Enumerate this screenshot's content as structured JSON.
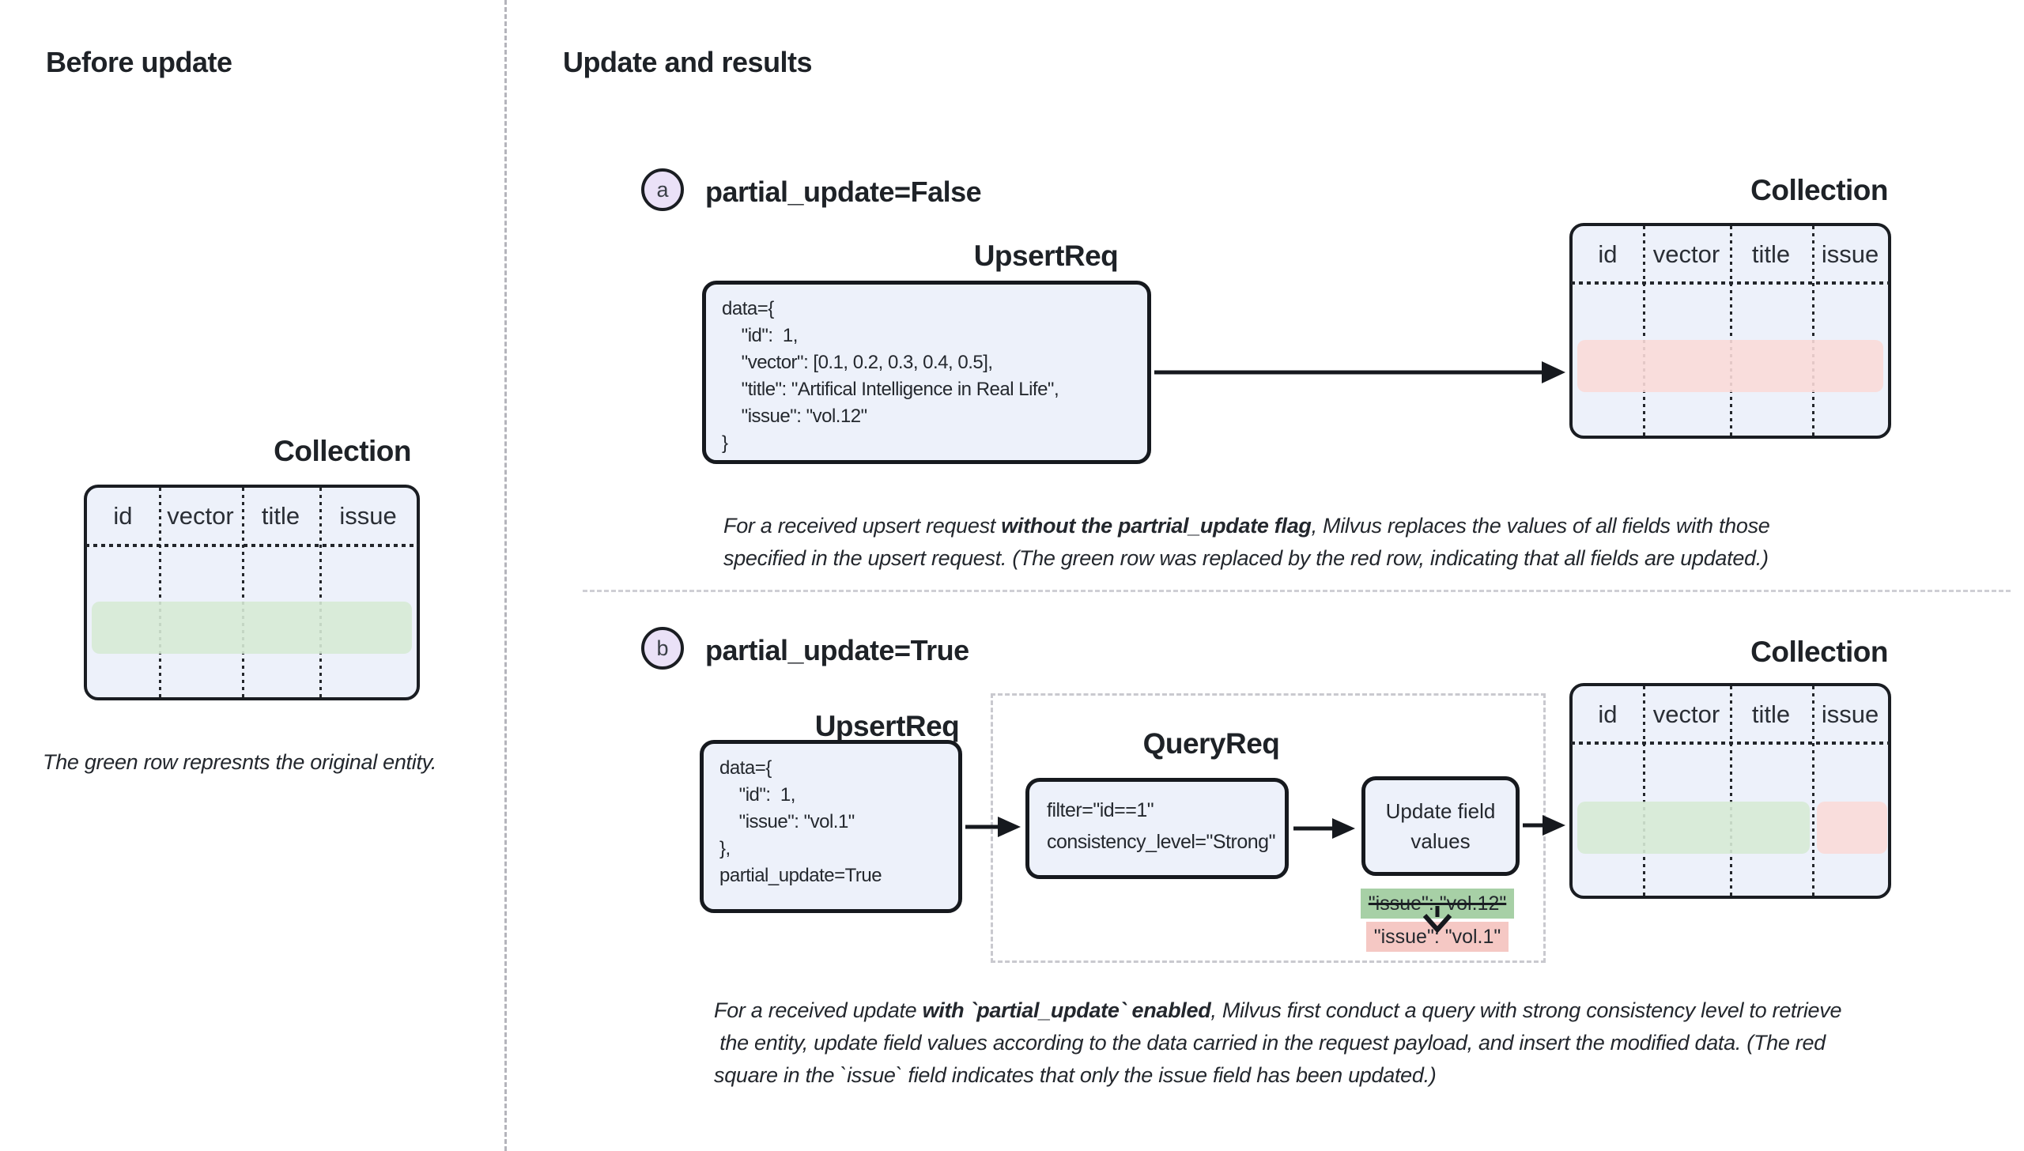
{
  "left": {
    "heading": "Before update",
    "collection_label": "Collection",
    "table": {
      "headers": [
        "id",
        "vector",
        "title",
        "issue"
      ],
      "highlight_row_color": "#dcecdb"
    },
    "caption": "The green row represnts the original entity."
  },
  "right": {
    "heading": "Update and results",
    "section_a": {
      "badge": "a",
      "title": "partial_update=False",
      "upsert_label": "UpsertReq",
      "upsert_code": "data={\n    \"id\":  1,\n    \"vector\": [0.1, 0.2, 0.3, 0.4, 0.5],\n    \"title\": \"Artifical Intelligence in Real Life\",\n    \"issue\": \"vol.12\"\n}",
      "collection_label": "Collection",
      "table": {
        "headers": [
          "id",
          "vector",
          "title",
          "issue"
        ],
        "highlight_row_color": "#fbdfdd"
      },
      "note_prefix": "For a received upsert request ",
      "note_bold": "without the partrial_update flag",
      "note_suffix": ", Milvus replaces the values of all fields with those\nspecified in the upsert request. (The green row was replaced by the red row, indicating that all fields are updated.)"
    },
    "section_b": {
      "badge": "b",
      "title": "partial_update=True",
      "upsert_label": "UpsertReq",
      "upsert_code": "data={\n    \"id\":  1,\n    \"issue\": \"vol.1\"\n},\npartial_update=True",
      "query_label": "QueryReq",
      "query_code": "filter=\"id==1\"\nconsistency_level=\"Strong\"",
      "update_box_label": "Update field\nvalues",
      "old_value": "\"issue\": \"vol.12\"",
      "new_value": "\"issue\": \"vol.1\"",
      "collection_label": "Collection",
      "table": {
        "headers": [
          "id",
          "vector",
          "title",
          "issue"
        ],
        "highlight_green": "#dcecdb",
        "highlight_red": "#fbdfdd"
      },
      "note_prefix": "For a received update ",
      "note_bold": "with `partial_update` enabled",
      "note_suffix": ", Milvus first conduct a query with strong consistency level to retrieve\n the entity, update field values according to the data carried in the request payload, and insert the modified data. (The red\nsquare in the `issue` field indicates that only the issue field has been updated.)"
    },
    "colors": {
      "box_bg": "#edf1fa",
      "border": "#1a1d22",
      "green_row": "#dcecdb",
      "red_row": "#fbdfdd",
      "old_chip": "#a7d0a6",
      "new_chip": "#f5c8c4",
      "badge_bg": "#eae1f7"
    }
  }
}
